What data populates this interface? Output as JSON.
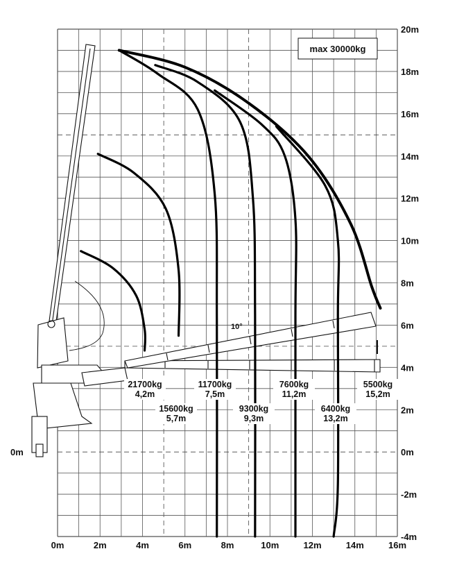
{
  "chart_data": {
    "type": "load-chart",
    "x_range": [
      0,
      16
    ],
    "y_range": [
      -4,
      20
    ],
    "x_ticks": [
      "0m",
      "2m",
      "4m",
      "6m",
      "8m",
      "10m",
      "12m",
      "14m",
      "16m"
    ],
    "y_ticks_right": [
      "20m",
      "18m",
      "16m",
      "14m",
      "12m",
      "10m",
      "8m",
      "6m",
      "4m",
      "2m",
      "0m",
      "-2m",
      "-4m"
    ],
    "y_ticks_left": [
      "0m"
    ],
    "max_label": "max 30000kg",
    "angle_label": "10°",
    "loads": [
      {
        "load": "21700kg",
        "reach": "4,2m"
      },
      {
        "load": "15600kg",
        "reach": "5,7m"
      },
      {
        "load": "11700kg",
        "reach": "7,5m"
      },
      {
        "load": "9300kg",
        "reach": "9,3m"
      },
      {
        "load": "7600kg",
        "reach": "11,2m"
      },
      {
        "load": "6400kg",
        "reach": "13,2m"
      },
      {
        "load": "5500kg",
        "reach": "15,2m"
      }
    ],
    "curves": [
      {
        "name": "4,2m",
        "points": [
          [
            1.1,
            9.5
          ],
          [
            2.6,
            8.7
          ],
          [
            3.7,
            7.4
          ],
          [
            4.1,
            5.8
          ],
          [
            4.1,
            4.8
          ]
        ]
      },
      {
        "name": "5,7m",
        "points": [
          [
            1.9,
            14.1
          ],
          [
            3.6,
            13.2
          ],
          [
            5.1,
            11.5
          ],
          [
            5.7,
            8.6
          ],
          [
            5.7,
            5.5
          ]
        ]
      },
      {
        "name": "7,5m",
        "points": [
          [
            2.9,
            19.0
          ],
          [
            4.7,
            17.9
          ],
          [
            6.6,
            16.2
          ],
          [
            7.4,
            12.2
          ],
          [
            7.5,
            6.2
          ],
          [
            7.5,
            -4.0
          ]
        ]
      },
      {
        "name": "9,3m",
        "points": [
          [
            4.6,
            18.3
          ],
          [
            6.6,
            17.5
          ],
          [
            8.6,
            15.6
          ],
          [
            9.2,
            12.0
          ],
          [
            9.3,
            6.5
          ],
          [
            9.3,
            -4.0
          ]
        ]
      },
      {
        "name": "11,2m",
        "points": [
          [
            7.4,
            17.1
          ],
          [
            9.6,
            15.5
          ],
          [
            10.7,
            14.0
          ],
          [
            11.2,
            11.0
          ],
          [
            11.2,
            6.3
          ],
          [
            11.2,
            -4.0
          ]
        ]
      },
      {
        "name": "13,2m",
        "points": [
          [
            10.3,
            15.4
          ],
          [
            12.6,
            12.6
          ],
          [
            13.2,
            10.0
          ],
          [
            13.2,
            6.5
          ],
          [
            13.2,
            -1.5
          ],
          [
            13.0,
            -4.0
          ]
        ]
      },
      {
        "name": "15,2m",
        "points": [
          [
            2.9,
            19.0
          ],
          [
            6.0,
            18.2
          ],
          [
            9.0,
            16.5
          ],
          [
            11.8,
            14.0
          ],
          [
            13.8,
            10.8
          ],
          [
            14.8,
            7.8
          ],
          [
            15.2,
            6.8
          ]
        ]
      }
    ]
  }
}
